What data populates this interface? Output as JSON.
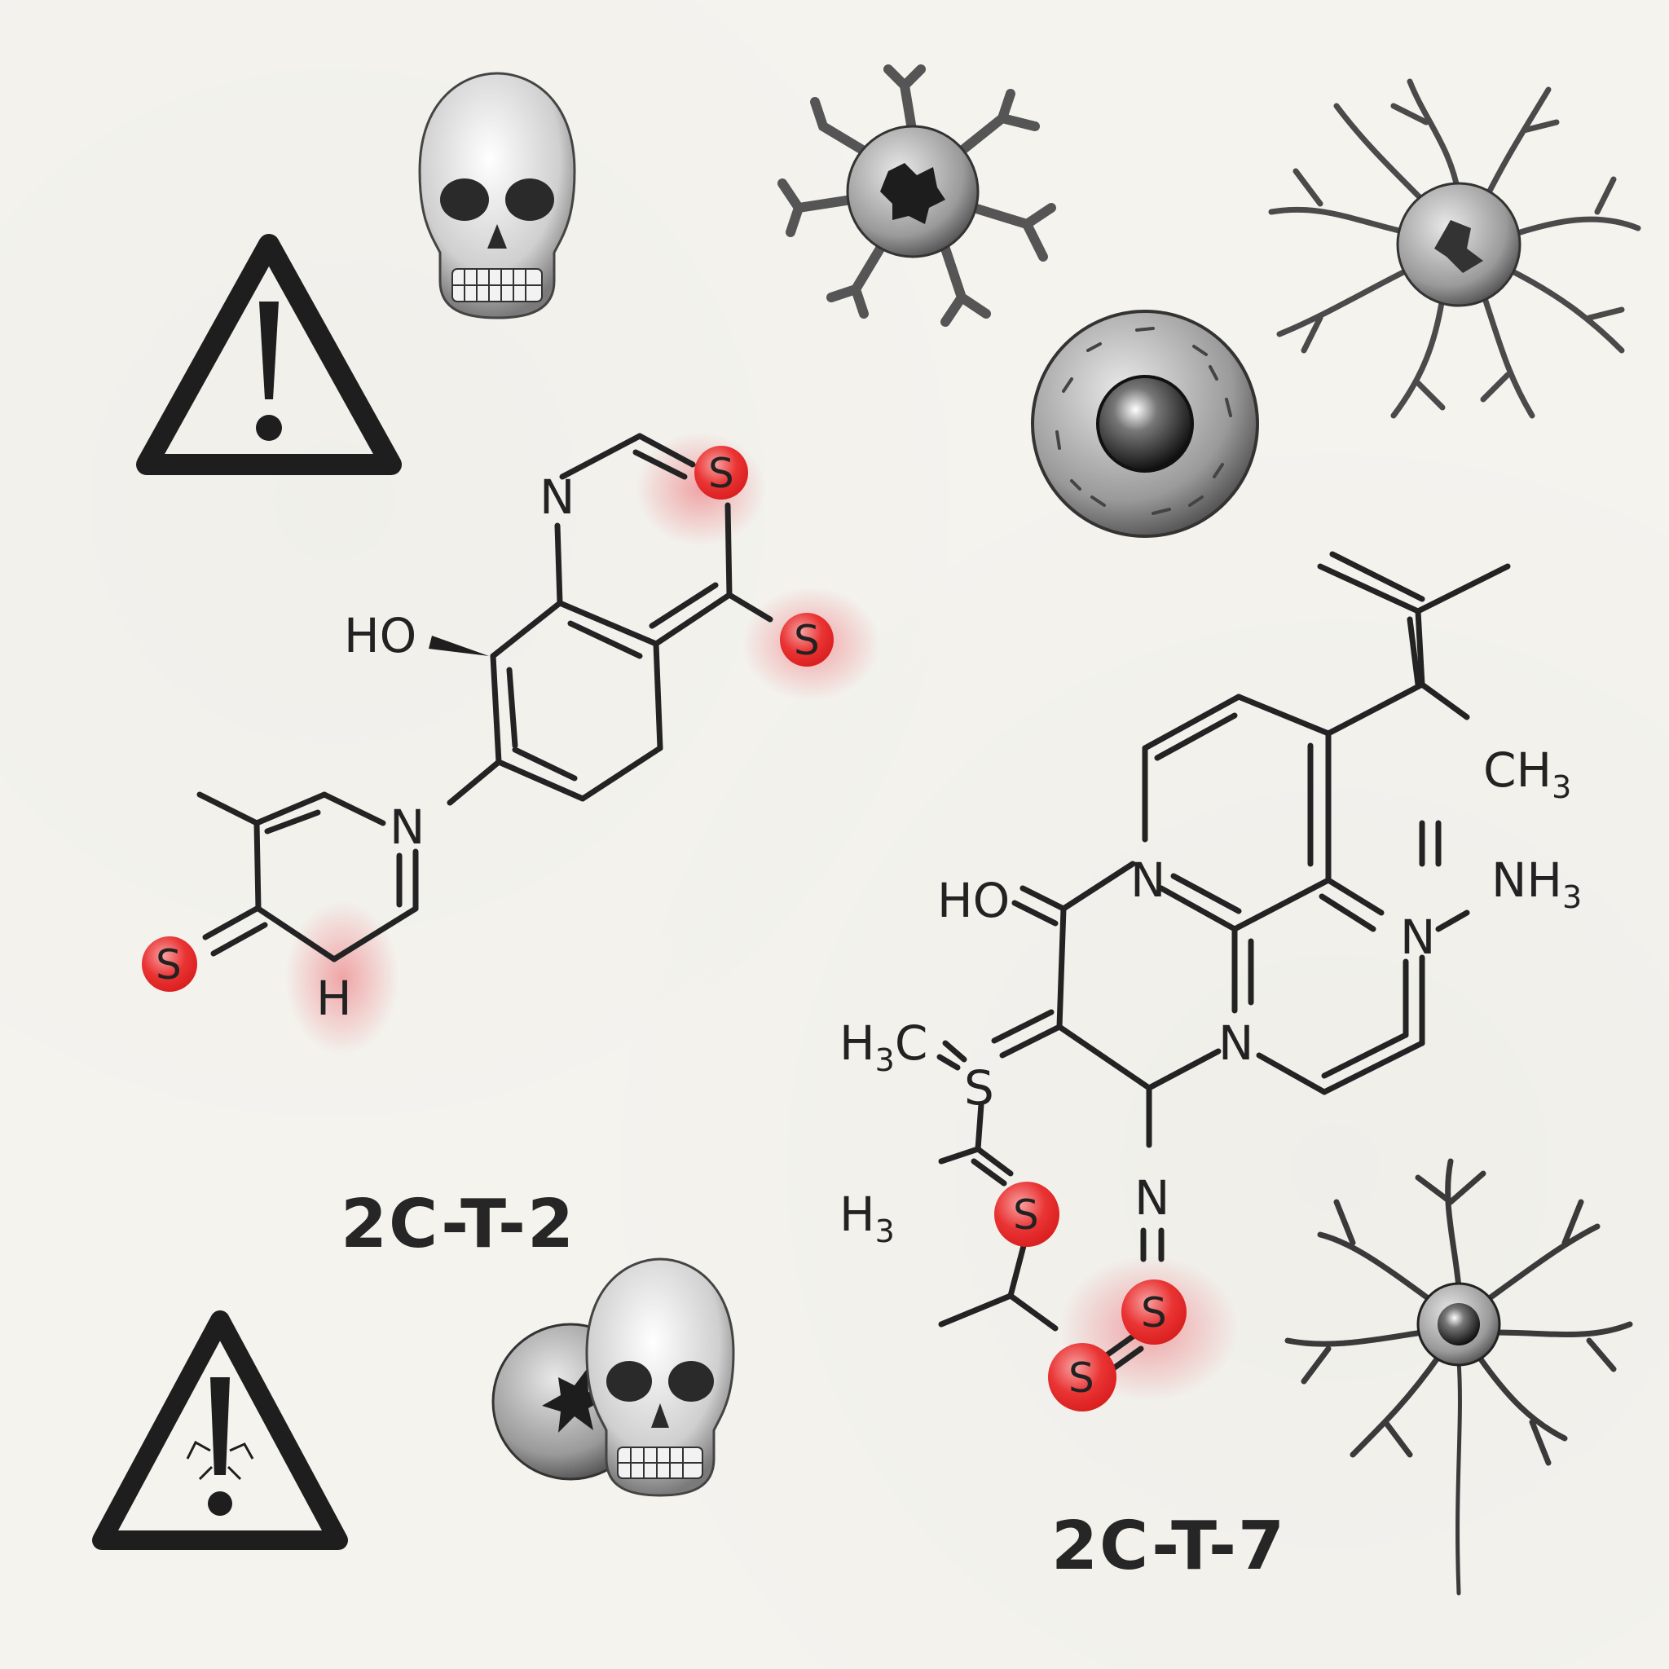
{
  "illustration": {
    "style": "watercolor-and-ink warning illustration on textured paper",
    "background_color": "#f4f3ee",
    "accent_color": "#e8232a",
    "ink_color": "#232323"
  },
  "labels": {
    "left_compound": "2C-T-2",
    "right_compound": "2C-T-7"
  },
  "left_structure": {
    "atoms": {
      "n_top": "N",
      "s_top": "S",
      "s_right": "S",
      "ho": "HO",
      "n_ring": "N",
      "s_left": "S",
      "h_bottom": "H"
    }
  },
  "right_structure": {
    "atoms": {
      "ch3": "CH",
      "ch3_sub": "3",
      "nh3": "NH",
      "nh3_sub": "3",
      "n_mid": "N",
      "n_upper": "N",
      "n_lower": "N",
      "ho": "HO",
      "h3c": "H",
      "h3c_sub": "3",
      "h3c_c": "C",
      "s_center": "S",
      "h3_partial": "H",
      "h3_partial_sub": "3",
      "s_red1": "S",
      "s_red2": "S",
      "s_red3": "S",
      "n_bottom": "N"
    }
  },
  "icons": [
    {
      "name": "skull-icon",
      "position": "top-center-left"
    },
    {
      "name": "warning-triangle-icon",
      "position": "upper-left"
    },
    {
      "name": "damaged-cell-icon",
      "position": "top-center"
    },
    {
      "name": "neuron-icon",
      "position": "top-right"
    },
    {
      "name": "cell-nucleus-icon",
      "position": "upper-right-center"
    },
    {
      "name": "warning-triangle-cracked-icon",
      "position": "bottom-left"
    },
    {
      "name": "skull-with-cell-icon",
      "position": "bottom-center-left"
    },
    {
      "name": "neuron-icon",
      "position": "bottom-right"
    }
  ]
}
